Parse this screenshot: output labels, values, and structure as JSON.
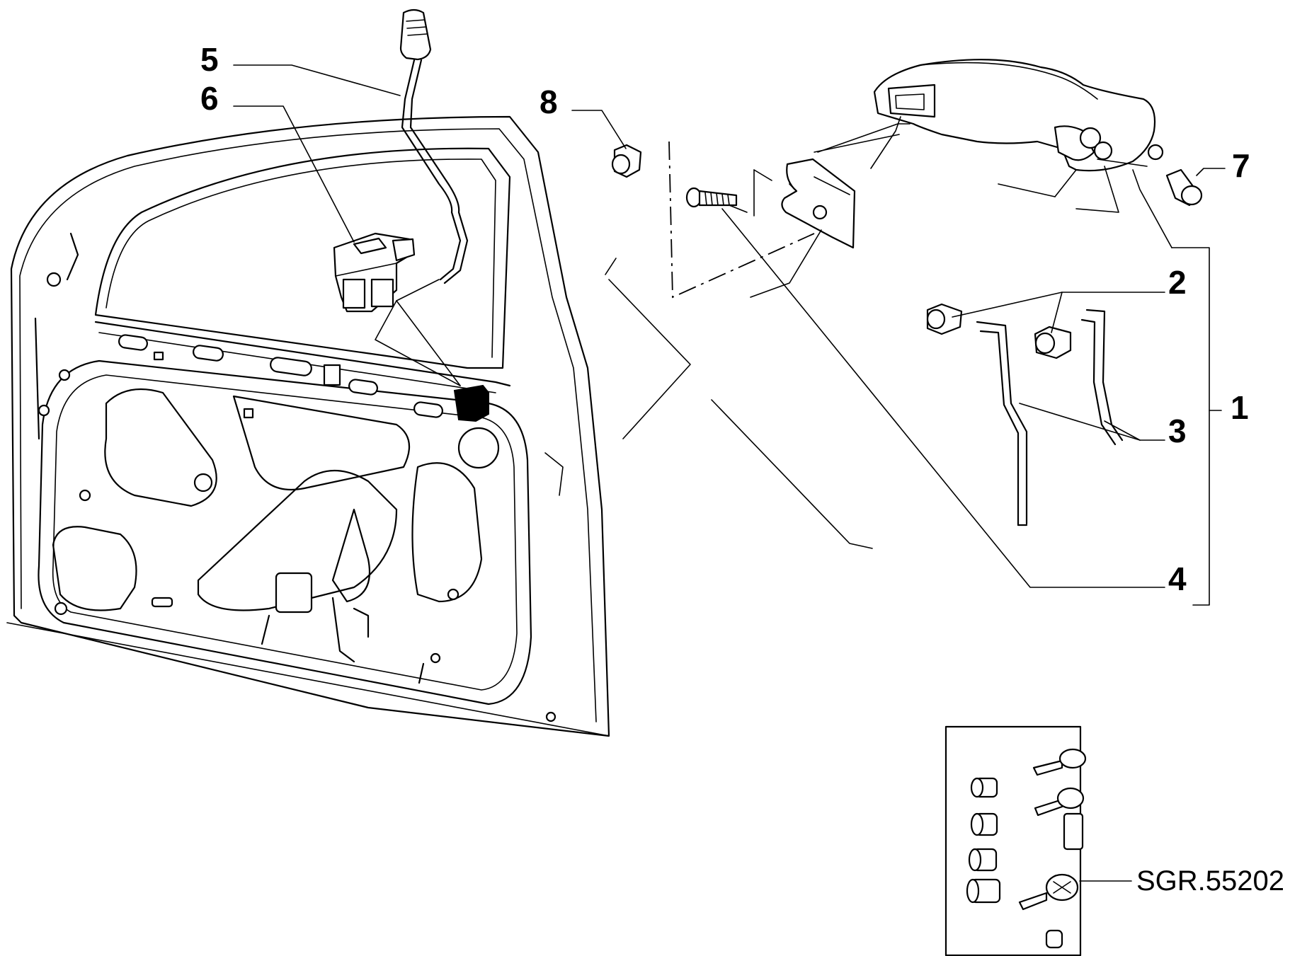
{
  "callouts": {
    "c1": "1",
    "c2": "2",
    "c3": "3",
    "c4": "4",
    "c5": "5",
    "c6": "6",
    "c7": "7",
    "c8": "8"
  },
  "inset": {
    "code": "SGR.55202"
  }
}
